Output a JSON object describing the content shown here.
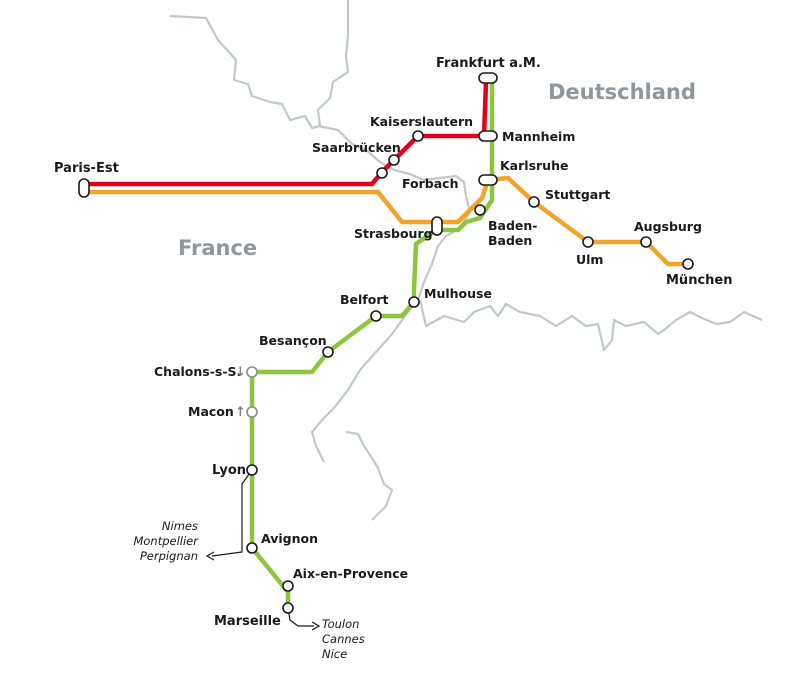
{
  "colors": {
    "red_line": "#e2001a",
    "orange_line": "#f3a32a",
    "green_line": "#8cc63e",
    "border": "#c4c7ca",
    "country_label": "#8f979e"
  },
  "countries": {
    "germany": "Deutschland",
    "france": "France"
  },
  "stations": {
    "frankfurt": "Frankfurt a.M.",
    "mannheim": "Mannheim",
    "kaiserslautern": "Kaiserslautern",
    "saarbruecken": "Saarbrücken",
    "forbach": "Forbach",
    "paris": "Paris-Est",
    "karlsruhe": "Karlsruhe",
    "baden_1": "Baden-",
    "baden_2": "Baden",
    "stuttgart": "Stuttgart",
    "strasbourg": "Strasbourg",
    "ulm": "Ulm",
    "augsburg": "Augsburg",
    "muenchen": "München",
    "mulhouse": "Mulhouse",
    "belfort": "Belfort",
    "besancon": "Besançon",
    "chalons": "Chalons-s-S.",
    "macon": "Macon",
    "lyon": "Lyon",
    "avignon": "Avignon",
    "aix": "Aix-en-Provence",
    "marseille": "Marseille"
  },
  "direction_arrows": {
    "chalons": "↓",
    "macon": "↑"
  },
  "connections": {
    "west": [
      "Nimes",
      "Montpellier",
      "Perpignan"
    ],
    "east": [
      "Toulon",
      "Cannes",
      "Nice"
    ]
  }
}
